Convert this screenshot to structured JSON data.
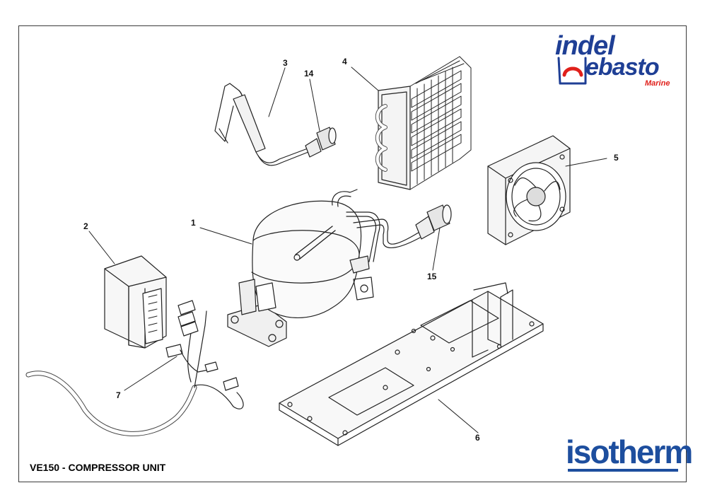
{
  "title": "VE150 - COMPRESSOR UNIT",
  "callouts": [
    "1",
    "2",
    "3",
    "4",
    "5",
    "6",
    "7",
    "14",
    "15"
  ],
  "logo_top": {
    "line1": "indel",
    "line2": "ebasto",
    "sub": "Marine",
    "primary_color": "#1f3f95",
    "accent_color": "#e0201b"
  },
  "logo_bottom": {
    "text": "isotherm",
    "color": "#1d4e9e"
  },
  "icons": {
    "webasto_mark": "webasto-w-icon"
  }
}
